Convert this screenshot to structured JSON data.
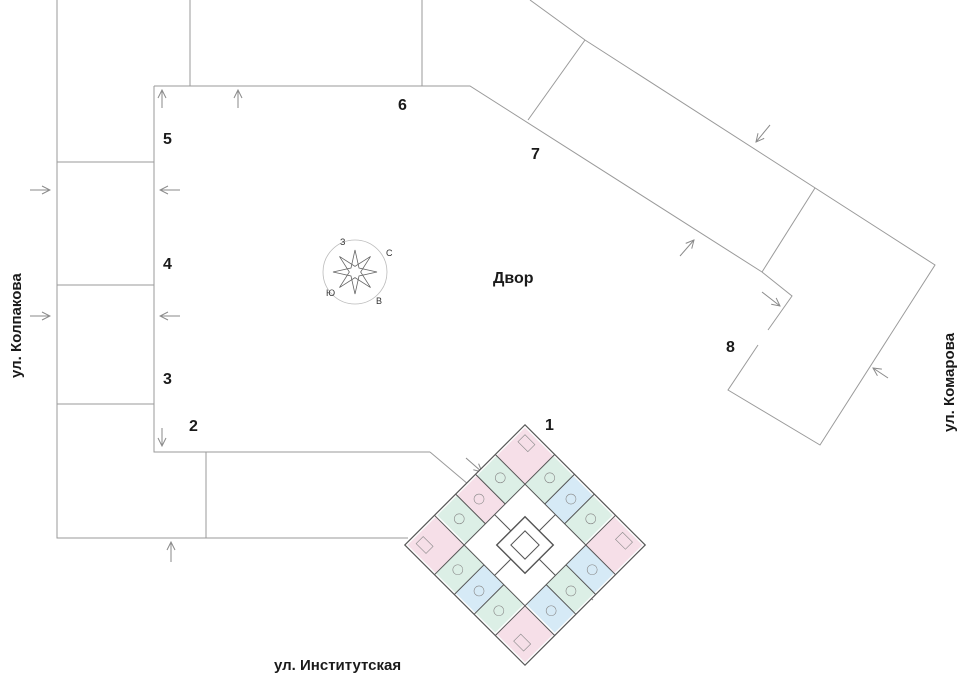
{
  "yard_label": "Двор",
  "streets": {
    "left": "ул. Колпакова",
    "right": "ул. Комарова",
    "bottom": "ул. Институтская"
  },
  "entrances": [
    "1",
    "2",
    "3",
    "4",
    "5",
    "6",
    "7",
    "8"
  ],
  "compass": {
    "north": "С",
    "east": "В",
    "south": "Ю",
    "west": "З"
  },
  "colors": {
    "outline": "#9a9a9a",
    "tower_outline": "#555555",
    "apartment_pink": "#f6dfe8",
    "apartment_blue": "#d6eaf6",
    "apartment_green": "#dcefe6",
    "text": "#1a1a1a"
  }
}
